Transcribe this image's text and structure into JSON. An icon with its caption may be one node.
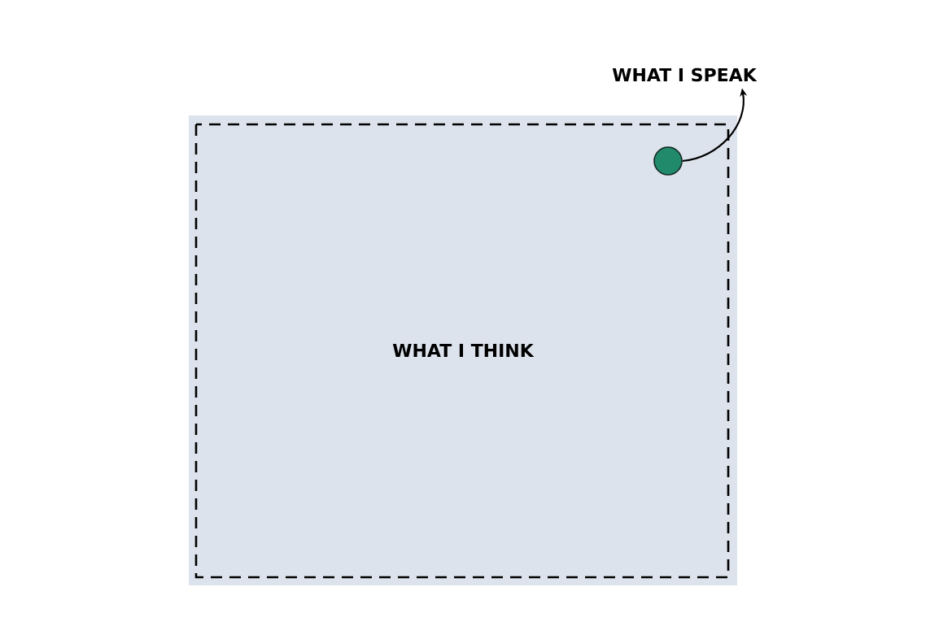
{
  "diagram": {
    "nodes": [
      {
        "text": [
          "WHAT I THINK"
        ]
      },
      {
        "text": [],
        "shape": "circle",
        "in": 0
      },
      {
        "text": [
          "WHAT I SPEAK"
        ]
      }
    ],
    "edges": [
      {
        "from": 1,
        "to": 2,
        "arrow": "to"
      }
    ]
  }
}
